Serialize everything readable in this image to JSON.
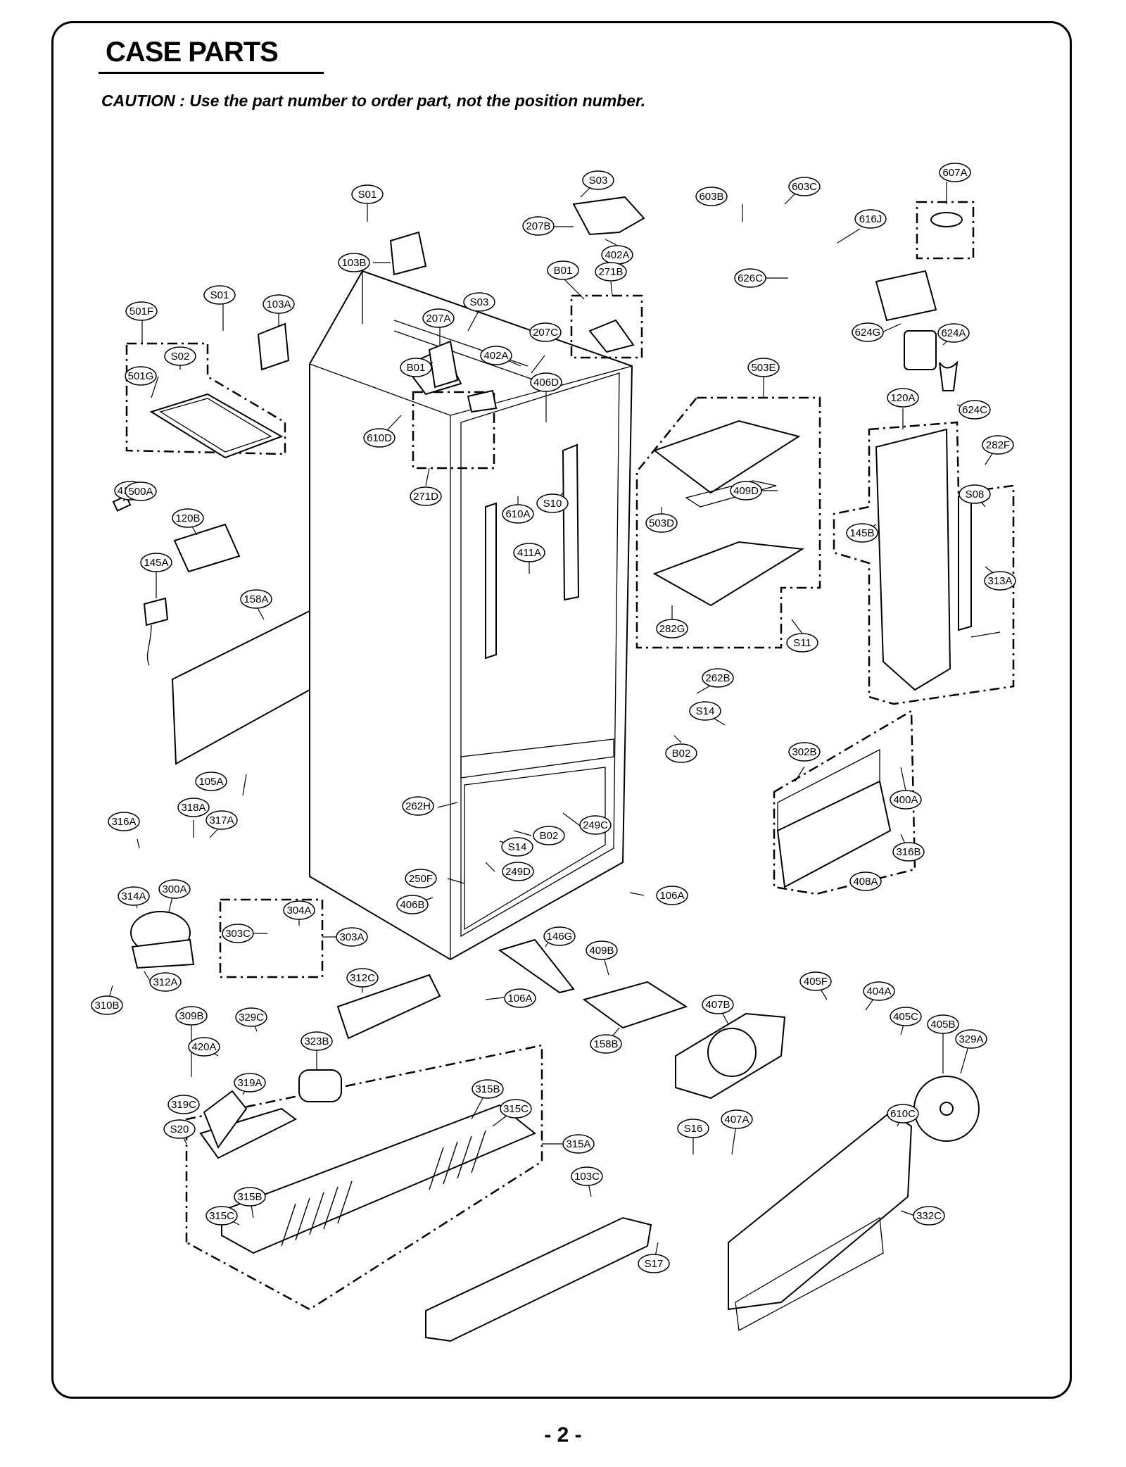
{
  "page": {
    "title": "CASE PARTS",
    "caution": "CAUTION : Use the part number to order part, not the position number.",
    "page_number": "- 2 -"
  },
  "callouts": [
    {
      "label": "S01"
    },
    {
      "label": "S03"
    },
    {
      "label": "603B"
    },
    {
      "label": "603C"
    },
    {
      "label": "607A"
    },
    {
      "label": "207B"
    },
    {
      "label": "616J"
    },
    {
      "label": "402A"
    },
    {
      "label": "103B"
    },
    {
      "label": "B01"
    },
    {
      "label": "271B"
    },
    {
      "label": "626C"
    },
    {
      "label": "S01"
    },
    {
      "label": "103A"
    },
    {
      "label": "S03"
    },
    {
      "label": "501F"
    },
    {
      "label": "207A"
    },
    {
      "label": "624G"
    },
    {
      "label": "624A"
    },
    {
      "label": "207C"
    },
    {
      "label": "S02"
    },
    {
      "label": "402A"
    },
    {
      "label": "503E"
    },
    {
      "label": "B01"
    },
    {
      "label": "501G"
    },
    {
      "label": "406D"
    },
    {
      "label": "120A"
    },
    {
      "label": "624C"
    },
    {
      "label": "610D"
    },
    {
      "label": "282F"
    },
    {
      "label": "271D"
    },
    {
      "label": "409D"
    },
    {
      "label": "S08"
    },
    {
      "label": "410G"
    },
    {
      "label": "610A"
    },
    {
      "label": "S10"
    },
    {
      "label": "503D"
    },
    {
      "label": "500A"
    },
    {
      "label": "120B"
    },
    {
      "label": "145B"
    },
    {
      "label": "411A"
    },
    {
      "label": "145A"
    },
    {
      "label": "313A"
    },
    {
      "label": "158A"
    },
    {
      "label": "282G"
    },
    {
      "label": "S11"
    },
    {
      "label": "262B"
    },
    {
      "label": "S14"
    },
    {
      "label": "B02"
    },
    {
      "label": "302B"
    },
    {
      "label": "105A"
    },
    {
      "label": "400A"
    },
    {
      "label": "262H"
    },
    {
      "label": "318A"
    },
    {
      "label": "316A"
    },
    {
      "label": "317A"
    },
    {
      "label": "249C"
    },
    {
      "label": "B02"
    },
    {
      "label": "S14"
    },
    {
      "label": "316B"
    },
    {
      "label": "250F"
    },
    {
      "label": "249D"
    },
    {
      "label": "408A"
    },
    {
      "label": "314A"
    },
    {
      "label": "300A"
    },
    {
      "label": "406B"
    },
    {
      "label": "106A"
    },
    {
      "label": "304A"
    },
    {
      "label": "303C"
    },
    {
      "label": "303A"
    },
    {
      "label": "146G"
    },
    {
      "label": "409B"
    },
    {
      "label": "405F"
    },
    {
      "label": "312C"
    },
    {
      "label": "404A"
    },
    {
      "label": "312A"
    },
    {
      "label": "106A"
    },
    {
      "label": "407B"
    },
    {
      "label": "310B"
    },
    {
      "label": "405C"
    },
    {
      "label": "405B"
    },
    {
      "label": "309B"
    },
    {
      "label": "329C"
    },
    {
      "label": "158B"
    },
    {
      "label": "329A"
    },
    {
      "label": "420A"
    },
    {
      "label": "323B"
    },
    {
      "label": "319A"
    },
    {
      "label": "315B"
    },
    {
      "label": "319C"
    },
    {
      "label": "315C"
    },
    {
      "label": "610C"
    },
    {
      "label": "407A"
    },
    {
      "label": "S16"
    },
    {
      "label": "S20"
    },
    {
      "label": "315A"
    },
    {
      "label": "103C"
    },
    {
      "label": "315B"
    },
    {
      "label": "315C"
    },
    {
      "label": "332C"
    },
    {
      "label": "S17"
    }
  ]
}
